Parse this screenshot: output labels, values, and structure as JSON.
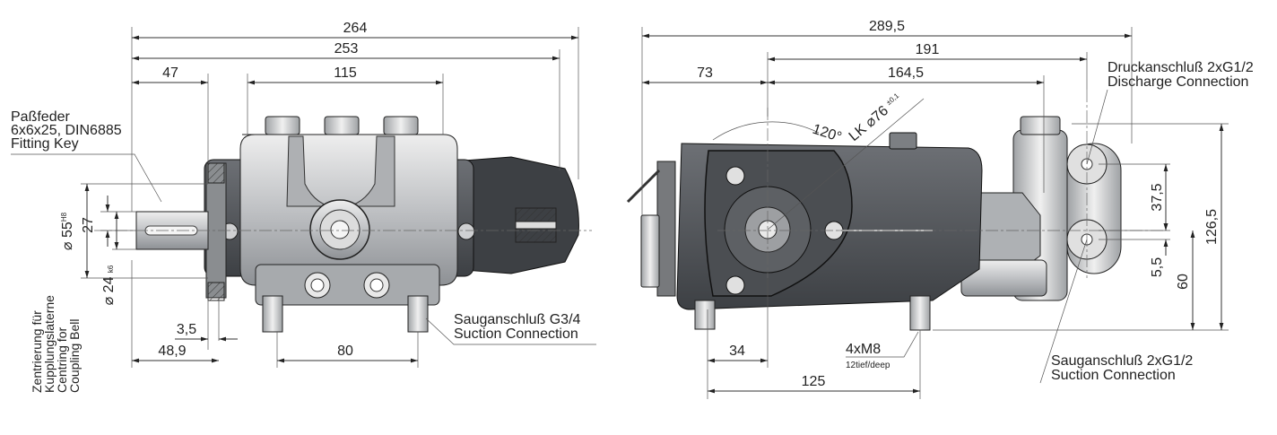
{
  "left_view": {
    "dims": {
      "d264": "264",
      "d253": "253",
      "d47": "47",
      "d115": "115",
      "d3_5": "3,5",
      "d48_9": "48,9",
      "d80": "80",
      "d27": "27",
      "d55": "55",
      "d55_tol": "H8",
      "d24": "24",
      "d24_tol": "k6",
      "diameter_symbol": "⌀"
    },
    "key_label": {
      "line1": "Paßfeder",
      "line2": "6x6x25, DIN6885",
      "line3": "Fitting Key"
    },
    "bell_label": {
      "line1": "Zentrierung für",
      "line2": "Kupplungslaterne",
      "line3": "Centring for",
      "line4": "Coupling Bell"
    },
    "suction_label": {
      "line1": "Sauganschluß G3/4",
      "line2": "Suction Connection"
    }
  },
  "right_view": {
    "dims": {
      "d289_5": "289,5",
      "d191": "191",
      "d73": "73",
      "d164_5": "164,5",
      "d37_5": "37,5",
      "d126_5": "126,5",
      "d5_5": "5,5",
      "d60": "60",
      "d34": "34",
      "d125": "125",
      "angle": "120°",
      "lk": "LK",
      "lk_dia": "76",
      "lk_tol": "±0,1",
      "diameter_symbol": "⌀"
    },
    "discharge_label": {
      "line1": "Druckanschluß 2xG1/2",
      "line2": "Discharge Connection"
    },
    "suction_label": {
      "line1": "Sauganschluß 2xG1/2",
      "line2": "Suction Connection"
    },
    "bolt_label": {
      "line1": "4xM8",
      "line2": "12tief/deep"
    }
  }
}
